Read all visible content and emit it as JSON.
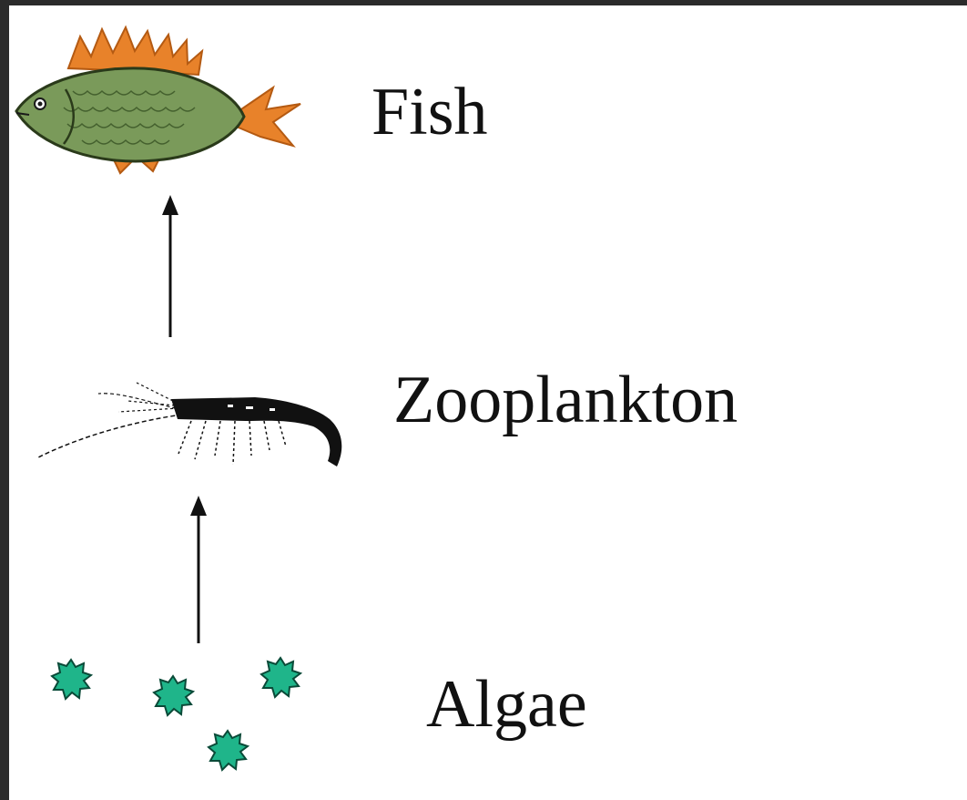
{
  "diagram": {
    "type": "food-chain",
    "levels": [
      {
        "id": "fish",
        "label": "Fish",
        "icon": "fish-icon"
      },
      {
        "id": "zooplankton",
        "label": "Zooplankton",
        "icon": "zooplankton-icon"
      },
      {
        "id": "algae",
        "label": "Algae",
        "icon": "algae-icon"
      }
    ],
    "arrows": [
      {
        "from": "algae",
        "to": "zooplankton"
      },
      {
        "from": "zooplankton",
        "to": "fish"
      }
    ],
    "colors": {
      "background": "#ffffff",
      "frame": "#2b2b2b",
      "fish_body": "#7a9a5a",
      "fish_fins": "#e8822a",
      "algae": "#1fb58a",
      "arrow": "#111111"
    }
  }
}
